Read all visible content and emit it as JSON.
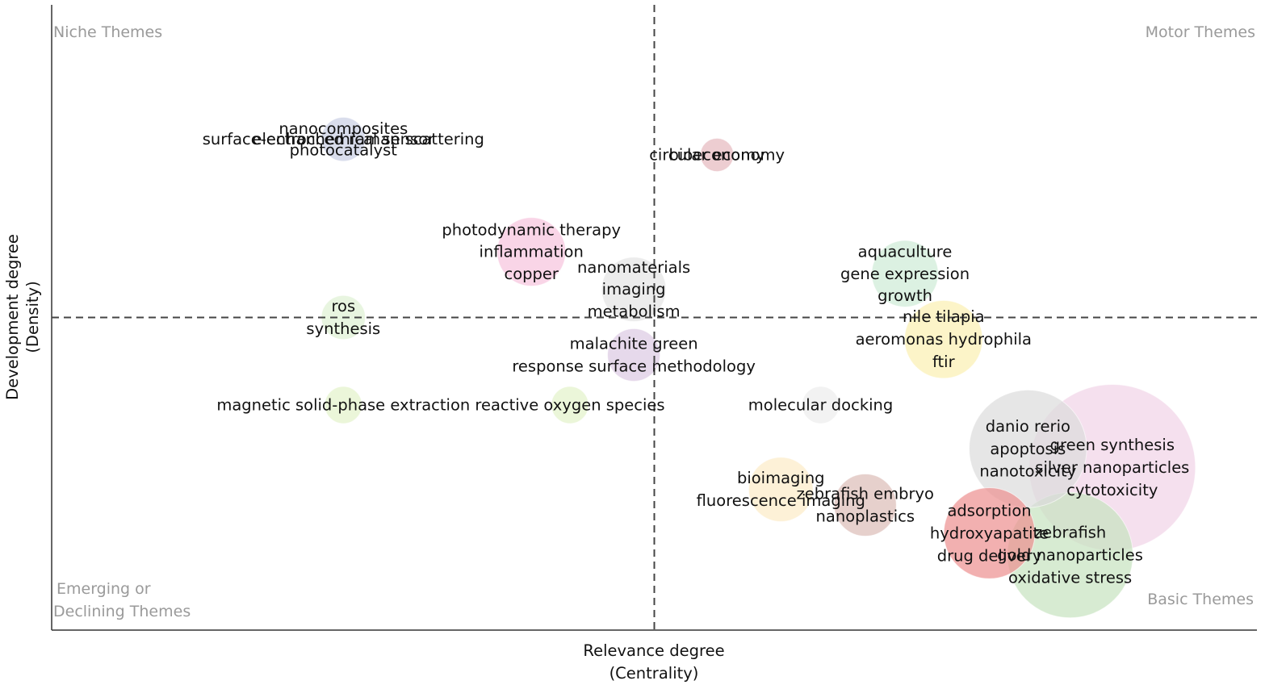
{
  "chart_data": {
    "type": "scatter",
    "subtype": "bubble",
    "title": "",
    "xlabel": [
      "Relevance degree",
      "(Centrality)"
    ],
    "ylabel": [
      "Development degree",
      "(Density)"
    ],
    "xlim": [
      0,
      1
    ],
    "ylim": [
      0,
      1
    ],
    "x_ticks": false,
    "y_ticks": false,
    "grid": false,
    "reference_lines": {
      "x": 0.5,
      "y": 0.5,
      "style": "dashed"
    },
    "quadrants": {
      "top_left": "Niche Themes",
      "top_right": "Motor Themes",
      "bottom_left": [
        "Emerging or",
        "Declining Themes"
      ],
      "bottom_right": "Basic Themes"
    },
    "clusters": [
      {
        "x": 0.242,
        "y": 0.785,
        "size": 0.07,
        "color": "#c9cfe4",
        "labels": [
          "nanocomposites",
          "surface-enhanced raman scattering",
          "electrochemical sensor",
          "photocatalyst"
        ],
        "label_offsets": [
          -0.017,
          0,
          0,
          0.017
        ]
      },
      {
        "x": 0.552,
        "y": 0.76,
        "size": 0.04,
        "color": "#e6b8be",
        "labels": [
          "circular economy",
          "bioeconomy"
        ],
        "label_offsets": [
          0,
          0
        ]
      },
      {
        "x": 0.398,
        "y": 0.605,
        "size": 0.17,
        "color": "#f6c3dd",
        "labels": [
          "photodynamic therapy",
          "inflammation",
          "copper"
        ],
        "label_offsets": [
          -0.035,
          0,
          0.035
        ]
      },
      {
        "x": 0.483,
        "y": 0.545,
        "size": 0.15,
        "color": "#e4e4e4",
        "labels": [
          "nanomaterials",
          "imaging",
          "metabolism"
        ],
        "label_offsets": [
          -0.035,
          0,
          0.035
        ]
      },
      {
        "x": 0.708,
        "y": 0.57,
        "size": 0.16,
        "color": "#cdebd5",
        "labels": [
          "aquaculture",
          "gene expression",
          "growth"
        ],
        "label_offsets": [
          -0.035,
          0,
          0.035
        ]
      },
      {
        "x": 0.242,
        "y": 0.5,
        "size": 0.07,
        "color": "#def1d3",
        "labels": [
          "ros",
          "synthesis"
        ],
        "label_offsets": [
          -0.018,
          0.018
        ]
      },
      {
        "x": 0.74,
        "y": 0.465,
        "size": 0.22,
        "color": "#fbefb0",
        "labels": [
          "nile tilapia",
          "aeromonas hydrophila",
          "ftir"
        ],
        "label_offsets": [
          -0.036,
          0,
          0.036
        ]
      },
      {
        "x": 0.483,
        "y": 0.44,
        "size": 0.1,
        "color": "#dcc9e3",
        "labels": [
          "malachite green",
          "response surface methodology"
        ],
        "label_offsets": [
          -0.018,
          0.018
        ]
      },
      {
        "x": 0.242,
        "y": 0.36,
        "size": 0.05,
        "color": "#e2f2c9",
        "labels": [
          "magnetic solid-phase extraction"
        ],
        "label_offsets": [
          0
        ]
      },
      {
        "x": 0.43,
        "y": 0.36,
        "size": 0.05,
        "color": "#e2f2c9",
        "labels": [
          "reactive oxygen species"
        ],
        "label_offsets": [
          0
        ]
      },
      {
        "x": 0.638,
        "y": 0.36,
        "size": 0.05,
        "color": "#ededed",
        "labels": [
          "molecular docking"
        ],
        "label_offsets": [
          0
        ]
      },
      {
        "x": 0.81,
        "y": 0.29,
        "size": 0.5,
        "color": "#dcdcdc",
        "labels": [
          "danio rerio",
          "apoptosis",
          "nanotoxicity"
        ],
        "label_offsets": [
          -0.036,
          0,
          0.036
        ]
      },
      {
        "x": 0.88,
        "y": 0.26,
        "size": 1.0,
        "color": "#f1d3e7",
        "labels": [
          "green synthesis",
          "silver nanoparticles",
          "cytotoxicity"
        ],
        "label_offsets": [
          -0.036,
          0,
          0.036
        ]
      },
      {
        "x": 0.605,
        "y": 0.225,
        "size": 0.15,
        "color": "#fcebc6",
        "labels": [
          "bioimaging",
          "fluorescence imaging"
        ],
        "label_offsets": [
          -0.018,
          0.018
        ]
      },
      {
        "x": 0.675,
        "y": 0.2,
        "size": 0.14,
        "color": "#dcbcb6",
        "labels": [
          "zebrafish embryo",
          "nanoplastics"
        ],
        "label_offsets": [
          -0.018,
          0.018
        ]
      },
      {
        "x": 0.778,
        "y": 0.155,
        "size": 0.3,
        "color": "#ec8e8e",
        "labels": [
          "adsorption",
          "hydroxyapatite",
          "drug delivery"
        ],
        "label_offsets": [
          -0.036,
          0,
          0.036
        ]
      },
      {
        "x": 0.845,
        "y": 0.12,
        "size": 0.57,
        "color": "#c6e2bf",
        "labels": [
          "zebrafish",
          "gold nanoparticles",
          "oxidative stress"
        ],
        "label_offsets": [
          -0.036,
          0,
          0.036
        ]
      }
    ]
  }
}
